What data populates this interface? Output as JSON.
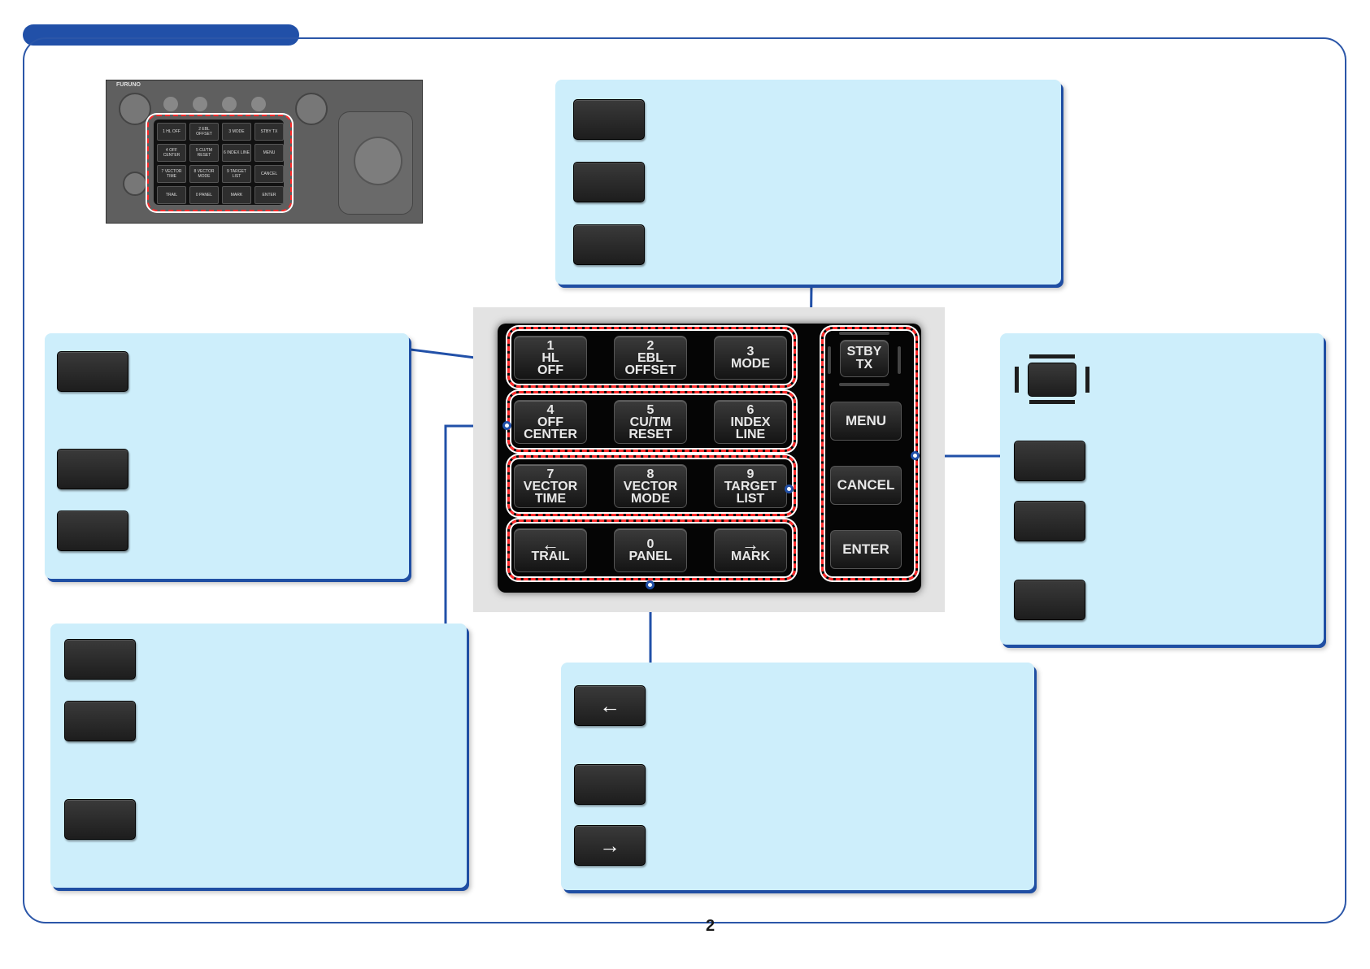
{
  "page": {
    "number": "2"
  },
  "thumbnail": {
    "brand": "FURUNO",
    "keys": [
      [
        "1 HL OFF",
        "2 EBL OFFSET",
        "3 MODE",
        "STBY TX"
      ],
      [
        "4 OFF CENTER",
        "5 CU/TM RESET",
        "6 INDEX LINE",
        "MENU"
      ],
      [
        "7 VECTOR TIME",
        "8 VECTOR MODE",
        "9 TARGET LIST",
        "CANCEL"
      ],
      [
        "TRAIL",
        "0 PANEL",
        "MARK",
        "ENTER"
      ]
    ]
  },
  "keypad": {
    "row1": [
      {
        "num": "1",
        "l1": "HL",
        "l2": "OFF"
      },
      {
        "num": "2",
        "l1": "EBL",
        "l2": "OFFSET"
      },
      {
        "num": "3",
        "l1": "MODE",
        "l2": ""
      }
    ],
    "row2": [
      {
        "num": "4",
        "l1": "OFF",
        "l2": "CENTER"
      },
      {
        "num": "5",
        "l1": "CU/TM",
        "l2": "RESET"
      },
      {
        "num": "6",
        "l1": "INDEX",
        "l2": "LINE"
      }
    ],
    "row3": [
      {
        "num": "7",
        "l1": "VECTOR",
        "l2": "TIME"
      },
      {
        "num": "8",
        "l1": "VECTOR",
        "l2": "MODE"
      },
      {
        "num": "9",
        "l1": "TARGET",
        "l2": "LIST"
      }
    ],
    "row4": [
      {
        "num": "←",
        "l1": "TRAIL"
      },
      {
        "num": "0",
        "l1": "PANEL"
      },
      {
        "num": "→",
        "l1": "MARK"
      }
    ],
    "side": {
      "stby1": "STBY",
      "stby2": "TX",
      "menu": "MENU",
      "cancel": "CANCEL",
      "enter": "ENTER"
    }
  },
  "callout_arrow_keys": {
    "left_arrow": "←",
    "right_arrow": "→"
  }
}
